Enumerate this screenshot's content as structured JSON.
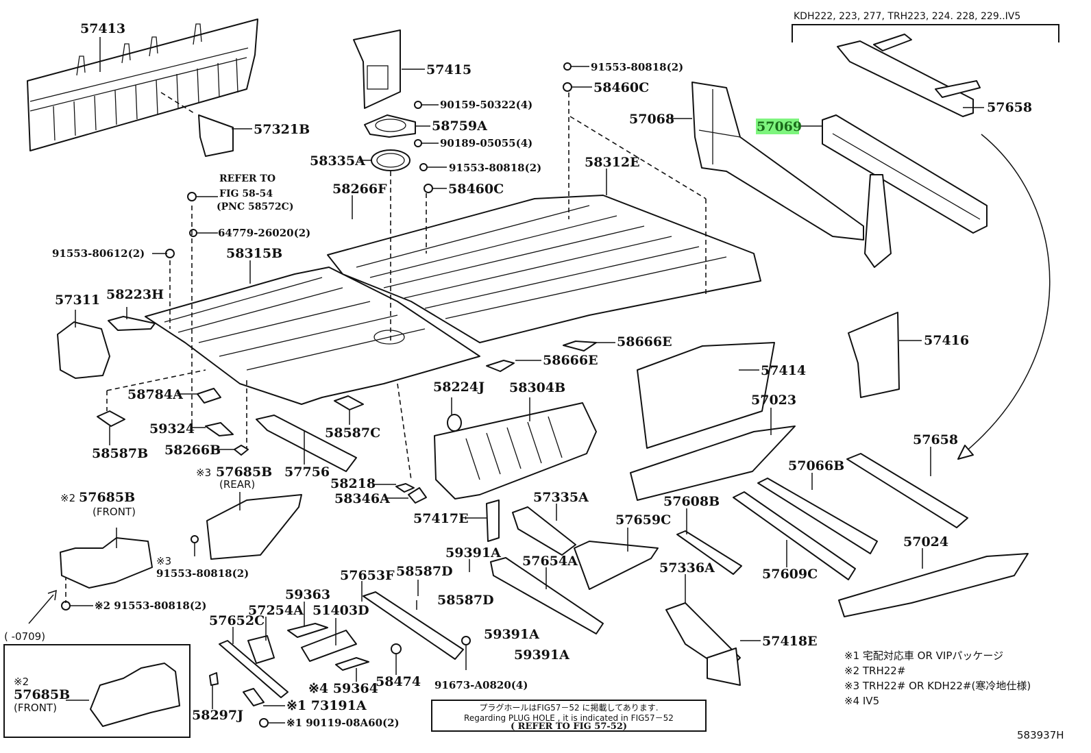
{
  "diagram": {
    "figure_id": "583937H",
    "applicability_header": "KDH222, 223, 277, TRH223, 224. 228, 229..IV5",
    "highlighted_part": "57069",
    "highlight_color": "#7ef57e",
    "refer_note": {
      "line1": "REFER TO",
      "line2": "FIG 58-54",
      "line3": "(PNC 58572C)"
    },
    "plug_hole_note": {
      "jp": "プラグホールはFIG57－52 に掲載してあります.",
      "en": "Regarding PLUG HOLE , it is indicated in FIG57－52",
      "ref": "( REFER TO FIG 57-52)"
    },
    "inset": {
      "date_range": "(        -0709)",
      "mark": "※2",
      "part": "57685B",
      "qualifier": "(FRONT)"
    },
    "footnotes": [
      "※1 宅配対応車 OR VIPパッケージ",
      "※2 TRH22#",
      "※3 TRH22# OR KDH22#(寒冷地仕様)",
      "※4 IV5"
    ],
    "parts": {
      "p57413": "57413",
      "p57321B": "57321B",
      "p57415": "57415",
      "p90159": "90159-50322(4)",
      "p58759A": "58759A",
      "p90189": "90189-05055(4)",
      "p58335A": "58335A",
      "p91553_c": "91553-80818(2)",
      "p58460C_c": "58460C",
      "p58266F": "58266F",
      "p91553_t": "91553-80818(2)",
      "p58460C_t": "58460C",
      "p57068": "57068",
      "p57069": "57069",
      "p57658_t": "57658",
      "p58312E": "58312E",
      "p64779": "64779-26020(2)",
      "p91553_80612": "91553-80612(2)",
      "p58315B": "58315B",
      "p57311": "57311",
      "p58223H": "58223H",
      "p58666E_a": "58666E",
      "p58666E_b": "58666E",
      "p57416": "57416",
      "p57414": "57414",
      "p58224J": "58224J",
      "p58304B": "58304B",
      "p57023": "57023",
      "p58784A": "58784A",
      "p59324": "59324",
      "p58587B": "58587B",
      "p58266B": "58266B",
      "p58587C": "58587C",
      "p57756": "57756",
      "p58218": "58218",
      "p58346A": "58346A",
      "p57685B_rear_mark": "※3",
      "p57685B_rear": "57685B",
      "p57685B_rear_q": "(REAR)",
      "p57685B_front_mark": "※2",
      "p57685B_front": "57685B",
      "p57685B_front_q": "(FRONT)",
      "p91553_s3_mark": "※3",
      "p91553_s3": "91553-80818(2)",
      "p91553_s2": "※2 91553-80818(2)",
      "p57417E": "57417E",
      "p57335A": "57335A",
      "p57659C": "57659C",
      "p57608B": "57608B",
      "p57066B": "57066B",
      "p57658_b": "57658",
      "p59391A_a": "59391A",
      "p58587D_a": "58587D",
      "p57653F": "57653F",
      "p57654A": "57654A",
      "p57336A": "57336A",
      "p57609C": "57609C",
      "p57024": "57024",
      "p59363": "59363",
      "p57254A": "57254A",
      "p51403D": "51403D",
      "p57652C": "57652C",
      "p58587D_b": "58587D",
      "p59391A_b": "59391A",
      "p59391A_c": "59391A",
      "p58474": "58474",
      "p91673": "91673-A0820(4)",
      "p59364": "※4 59364",
      "p73191A": "※1 73191A",
      "p90119": "※1 90119-08A60(2)",
      "p58297J": "58297J",
      "p57418E": "57418E"
    }
  }
}
